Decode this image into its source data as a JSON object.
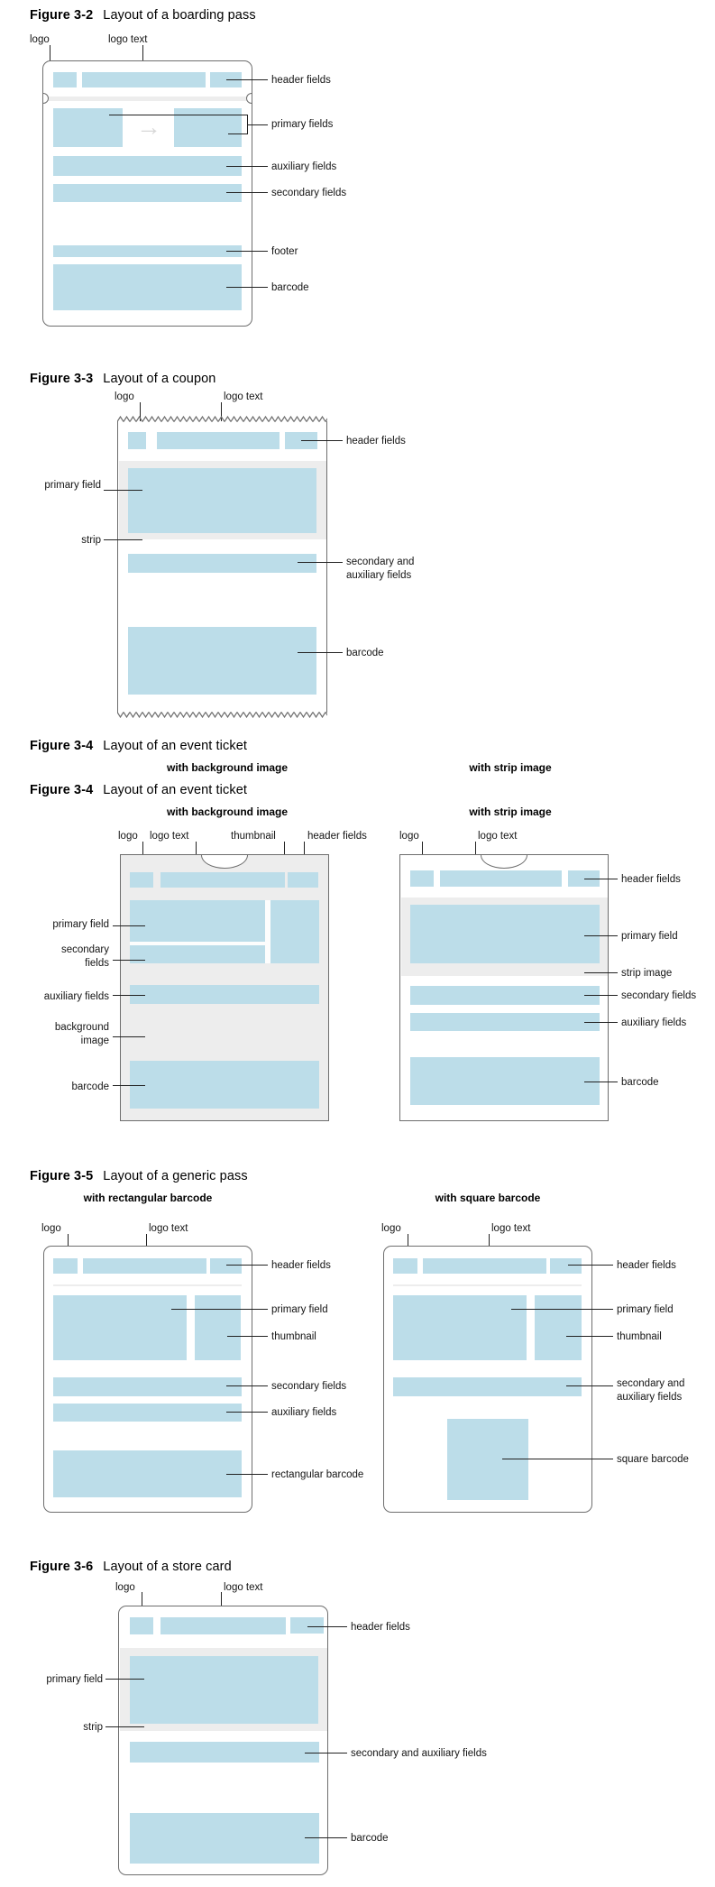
{
  "colors": {
    "field_blue": "#BCDDE9",
    "strip_gray": "#EDEDED",
    "pass_border": "#6E6E6E",
    "callout_line": "#222222"
  },
  "figures": [
    {
      "id": "boarding-pass",
      "label": "Figure 3-2",
      "title": "Layout of a boarding pass",
      "arrow_glyph": "→",
      "callouts": {
        "logo": "logo",
        "logo_text": "logo text",
        "header_fields": "header fields",
        "primary_fields": "primary fields",
        "auxiliary_fields": "auxiliary fields",
        "secondary_fields": "secondary fields",
        "footer": "footer",
        "barcode": "barcode"
      }
    },
    {
      "id": "coupon",
      "label": "Figure 3-3",
      "title": "Layout of a coupon",
      "callouts": {
        "logo": "logo",
        "logo_text": "logo text",
        "header_fields": "header fields",
        "primary_field": "primary field",
        "strip": "strip",
        "secondary_and_auxiliary": "secondary and\nauxiliary fields",
        "barcode": "barcode"
      }
    },
    {
      "id": "event-ticket",
      "label": "Figure 3-4",
      "title": "Layout of an event ticket",
      "subtitles": {
        "background": "with background image",
        "strip": "with strip image"
      },
      "background_variant_callouts": {
        "logo": "logo",
        "logo_text": "logo text",
        "thumbnail": "thumbnail",
        "header_fields": "header fields",
        "primary_field": "primary field",
        "secondary_fields": "secondary\nfields",
        "auxiliary_fields": "auxiliary fields",
        "background_image": "background\nimage",
        "barcode": "barcode"
      },
      "strip_variant_callouts": {
        "logo": "logo",
        "logo_text": "logo text",
        "header_fields": "header fields",
        "primary_field": "primary field",
        "strip_image": "strip image",
        "secondary_fields": "secondary fields",
        "auxiliary_fields": "auxiliary fields",
        "barcode": "barcode"
      }
    },
    {
      "id": "generic-pass",
      "label": "Figure 3-5",
      "title": "Layout of a generic pass",
      "subtitles": {
        "rectangular": "with rectangular barcode",
        "square": "with square barcode"
      },
      "rectangular_variant_callouts": {
        "logo": "logo",
        "logo_text": "logo text",
        "header_fields": "header fields",
        "primary_field": "primary field",
        "thumbnail": "thumbnail",
        "secondary_fields": "secondary fields",
        "auxiliary_fields": "auxiliary fields",
        "rectangular_barcode": "rectangular barcode"
      },
      "square_variant_callouts": {
        "logo": "logo",
        "logo_text": "logo text",
        "header_fields": "header fields",
        "primary_field": "primary field",
        "thumbnail": "thumbnail",
        "secondary_and_auxiliary": "secondary and\nauxiliary fields",
        "square_barcode": "square barcode"
      }
    },
    {
      "id": "store-card",
      "label": "Figure 3-6",
      "title": "Layout of a store card",
      "callouts": {
        "logo": "logo",
        "logo_text": "logo text",
        "header_fields": "header fields",
        "primary_field": "primary field",
        "strip": "strip",
        "secondary_and_auxiliary": "secondary and auxiliary fields",
        "barcode": "barcode"
      }
    }
  ]
}
